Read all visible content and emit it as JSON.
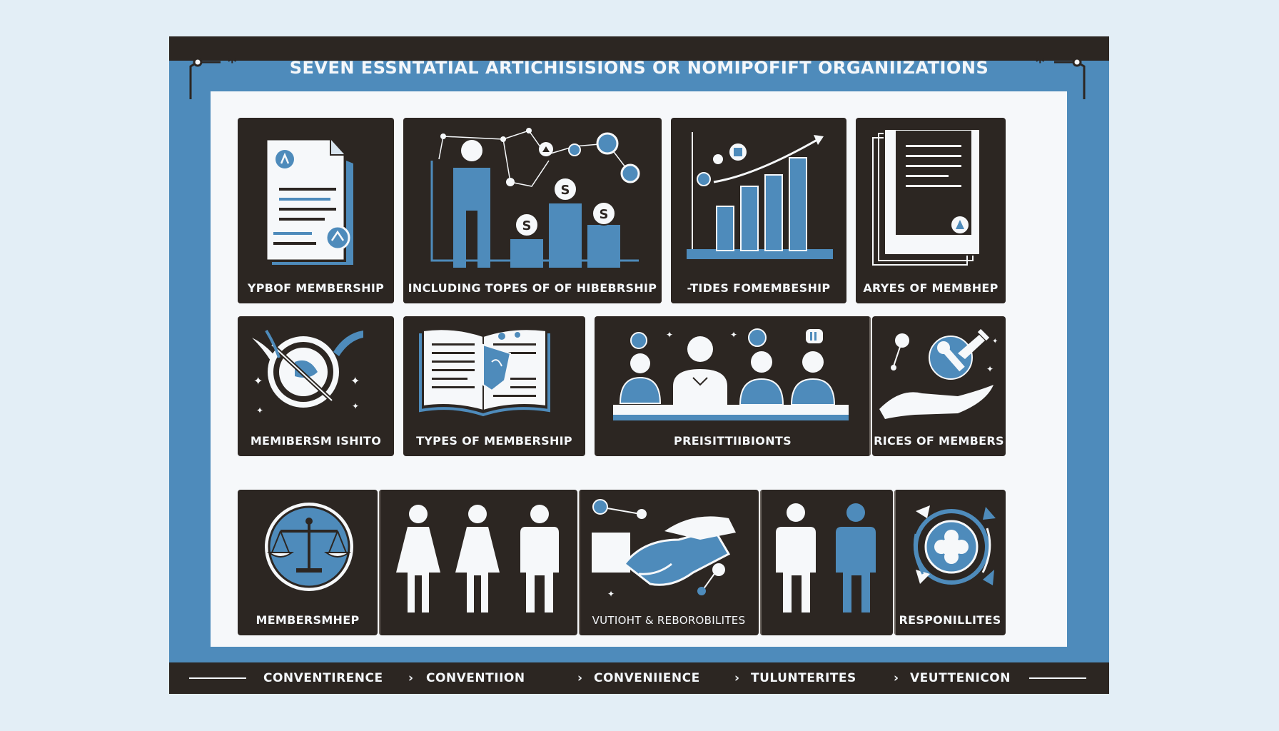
{
  "title": "SEVEN ESSNTATIAL ARTICHISISIONS OR NOMIPOFIFT ORGANIIZATIONS",
  "colors": {
    "dark": "#2c2622",
    "blue": "#4e8bbb",
    "light": "#f6f8fa",
    "background": "#e3eef6"
  },
  "row1": [
    {
      "label": "YPBOF MEMBERSHIP",
      "icon": "document-icon"
    },
    {
      "label": "INCLUDING TOPES OF OF HIBEBRSHIP",
      "icon": "member-network-icon"
    },
    {
      "label": "-TIDES FOMEMBESHIP",
      "icon": "growth-chart-icon"
    },
    {
      "label": "ARYES OF MEMBHEP",
      "icon": "papers-icon"
    }
  ],
  "row2": [
    {
      "label": "MEMIBERSM ISHITO",
      "icon": "compass-icon"
    },
    {
      "label": "TYPES OF MEMBERSHIP",
      "icon": "open-book-icon"
    },
    {
      "label": "PREISITTIIBIONTS",
      "icon": "group-icon"
    },
    {
      "label": "RICES OF MEMBERS",
      "icon": "helping-hand-icon"
    }
  ],
  "row3": [
    {
      "label": "MEMBERSMHEP",
      "icon": "scales-icon"
    },
    {
      "label": "",
      "icon": "people-icon"
    },
    {
      "label": "VUTIOHT & REBOROBILITES",
      "icon": "handshake-icon"
    },
    {
      "label": "",
      "icon": "pair-icon"
    },
    {
      "label": "RESPONILLITES",
      "icon": "badge-icon"
    }
  ],
  "footer": [
    "CONVENTIRENCE",
    "CONVENTIION",
    "CONVENIIENCE",
    "TULUNTERITES",
    "VEUTTENICON"
  ]
}
